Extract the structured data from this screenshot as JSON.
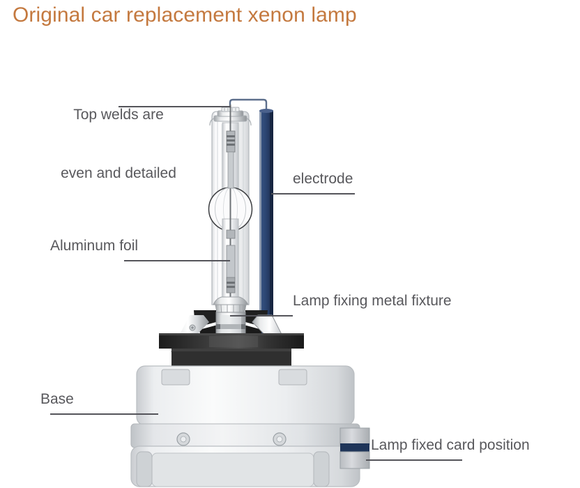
{
  "title": "Original car replacement xenon lamp",
  "colors": {
    "title": "#c4793f",
    "label": "#58585c",
    "leader": "#54545a",
    "blue_strip": "#2e4a7d",
    "blue_strip_dark": "#1d2f52",
    "glass": "#f2f3f4",
    "metal_dark": "#2b2b2b",
    "base_body": "#e9eaec",
    "background": "#ffffff"
  },
  "labels": {
    "top_welds": {
      "line1": "Top welds are",
      "line2": "even and detailed"
    },
    "electrode": "electrode",
    "aluminum_foil": "Aluminum foil",
    "lamp_fixing_metal_fixture": "Lamp fixing metal fixture",
    "base": "Base",
    "lamp_fixed_card_position": "Lamp fixed card position"
  },
  "product": {
    "type": "xenon-hid-bulb",
    "parts": [
      "glass outer envelope",
      "inner arc tube",
      "top welds",
      "electrode",
      "aluminum foil",
      "lamp fixing metal fixture",
      "metal flange",
      "plastic base",
      "lamp fixed card position tab"
    ]
  }
}
